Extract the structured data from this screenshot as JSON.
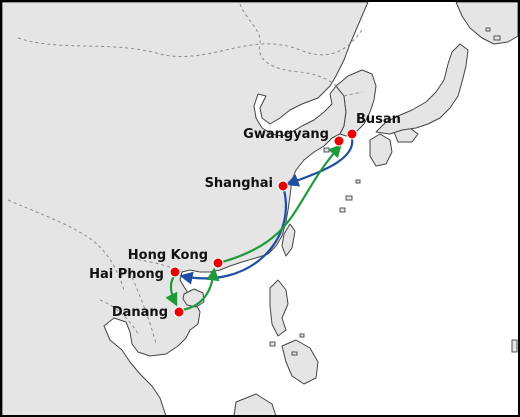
{
  "map": {
    "colors": {
      "land": "#e5e5e5",
      "sea": "#ffffff",
      "coastline": "#444444",
      "border": "#8a8a8a",
      "port": "#e60000",
      "route_blue": "#1f4ea3",
      "route_green": "#1f9a3a"
    },
    "ports": [
      {
        "id": "busan",
        "label": "Busan"
      },
      {
        "id": "gwangyang",
        "label": "Gwangyang"
      },
      {
        "id": "shanghai",
        "label": "Shanghai"
      },
      {
        "id": "hongkong",
        "label": "Hong Kong"
      },
      {
        "id": "haiphong",
        "label": "Hai Phong"
      },
      {
        "id": "danang",
        "label": "Danang"
      }
    ],
    "routes": [
      {
        "id": "blue-busan-shanghai",
        "color": "blue",
        "from": "Busan",
        "to": "Shanghai"
      },
      {
        "id": "blue-shanghai-haiphong",
        "color": "blue",
        "from": "Shanghai",
        "to": "Hai Phong"
      },
      {
        "id": "green-hongkong-gwangyang",
        "color": "green",
        "from": "Hong Kong",
        "to": "Gwangyang"
      },
      {
        "id": "green-haiphong-danang",
        "color": "green",
        "from": "Hai Phong",
        "to": "Danang"
      },
      {
        "id": "green-danang-hongkong",
        "color": "green",
        "from": "Danang",
        "to": "Hong Kong"
      }
    ]
  }
}
